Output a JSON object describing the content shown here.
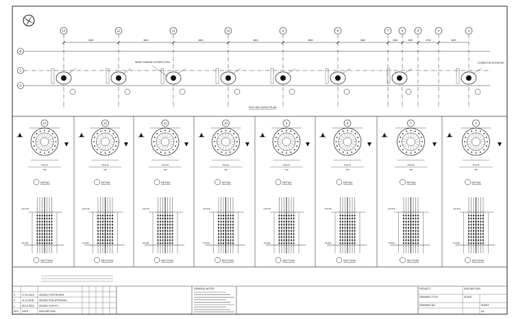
{
  "plan": {
    "columns": [
      "13",
      "12",
      "11",
      "10",
      "9",
      "8",
      "7",
      "6",
      "5",
      "4",
      "3"
    ],
    "rows": [
      "B",
      "C",
      "D"
    ],
    "dims": [
      "5800",
      "5800",
      "5800",
      "5800",
      "5800",
      "5800",
      "2525",
      "2525",
      "3750",
      "4820"
    ],
    "note_label": "NMAP CHANGE IN DIRECTION",
    "side_label": "CONNECTED ELEVATION",
    "title": "PILE CAP LAYOUT PLAN"
  },
  "details": [
    {
      "grid": "13",
      "width": "750",
      "detail_label": "DETAIL",
      "section_label": "SECTION"
    },
    {
      "grid": "12",
      "width": "750",
      "detail_label": "DETAIL",
      "section_label": "SECTION"
    },
    {
      "grid": "11",
      "width": "750",
      "detail_label": "DETAIL",
      "section_label": "SECTION"
    },
    {
      "grid": "10",
      "width": "750",
      "detail_label": "DETAIL",
      "section_label": "SECTION"
    },
    {
      "grid": "9",
      "width": "750",
      "detail_label": "DETAIL",
      "section_label": "SECTION"
    },
    {
      "grid": "8",
      "width": "750",
      "detail_label": "DETAIL",
      "section_label": "SECTION"
    },
    {
      "grid": "7",
      "width": "750",
      "detail_label": "DETAIL",
      "section_label": "SECTION"
    },
    {
      "grid": "3",
      "width": "750",
      "detail_label": "DETAIL",
      "section_label": "SECTION"
    }
  ],
  "detail_text": {
    "pile_dia": "PILE Ø",
    "top_level": "+03.379",
    "bottom_level": "-03.600"
  },
  "titleblock": {
    "revisions": [
      {
        "rev": "3",
        "date": "17.01.2019",
        "desc": "ISSUED FOR REVIEW"
      },
      {
        "rev": "2",
        "date": "11.12.2018",
        "desc": "ISSUED FOR APPROVAL"
      },
      {
        "rev": "1",
        "date": "05.12.2018",
        "desc": "ISSUED FOR IFC"
      }
    ],
    "rev_header": {
      "rev": "REV",
      "date": "DATE",
      "desc": "DESCRIPTION"
    },
    "notes_title": "GENERAL NOTES",
    "project_label": "PROJECT",
    "drawing_title_label": "DRAWING TITLE",
    "description_label": "DESCRIPTION",
    "scale_label": "SCALE",
    "drawing_no_label": "DRAWING NO.",
    "sheet_label": "SHEET",
    "sheet_value": "A1"
  }
}
